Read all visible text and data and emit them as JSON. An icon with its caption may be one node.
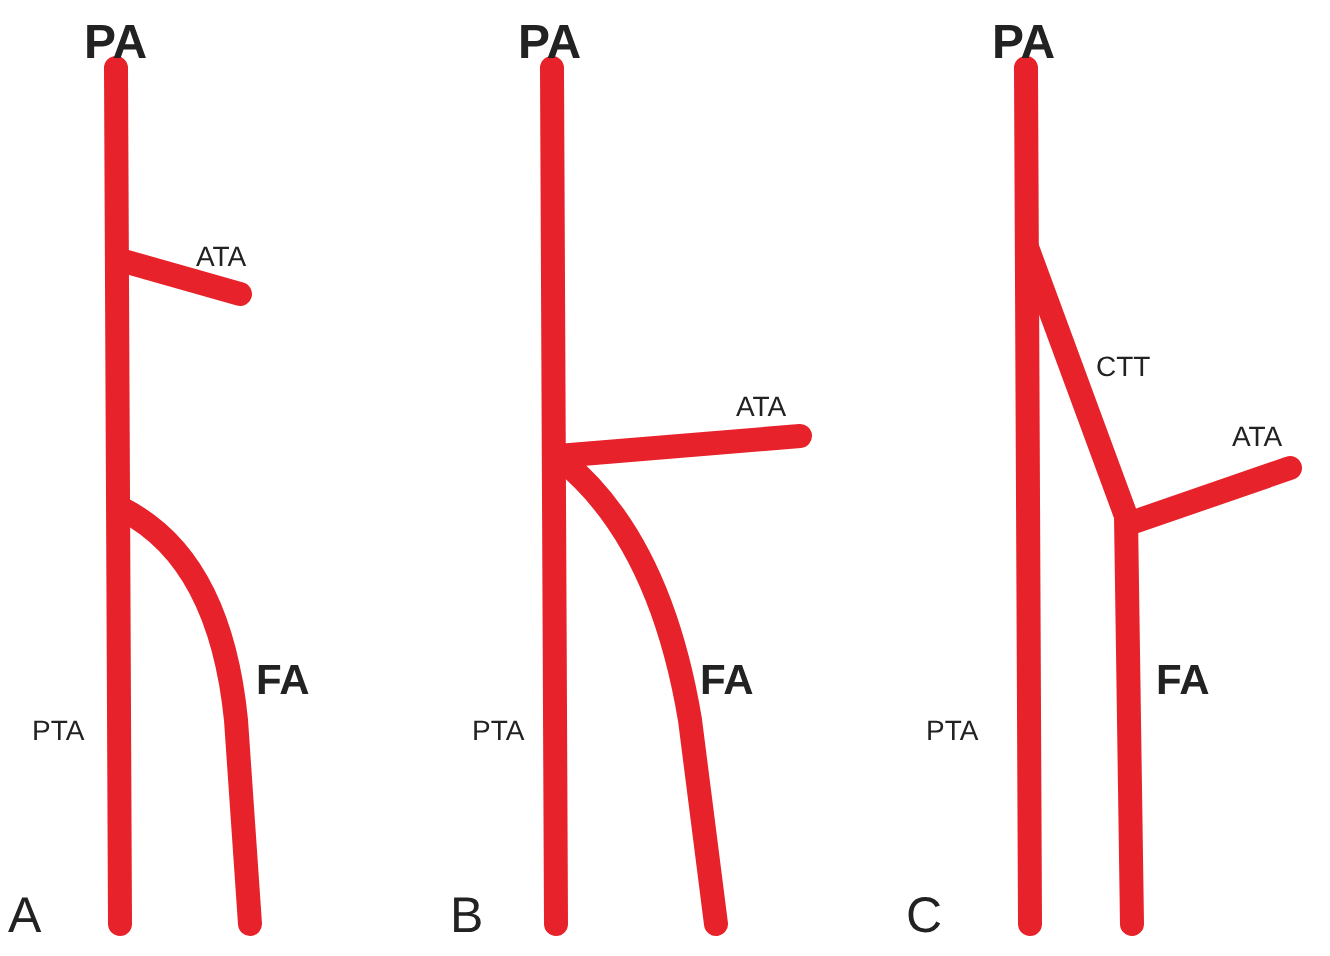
{
  "diagram": {
    "labels": [
      "PA",
      "PA",
      "PA",
      "ATA",
      "CTT",
      "ATA",
      "ATA",
      "FA",
      "FA",
      "FA",
      "PTA",
      "PTA",
      "PTA",
      "A",
      "B",
      "C"
    ]
  }
}
